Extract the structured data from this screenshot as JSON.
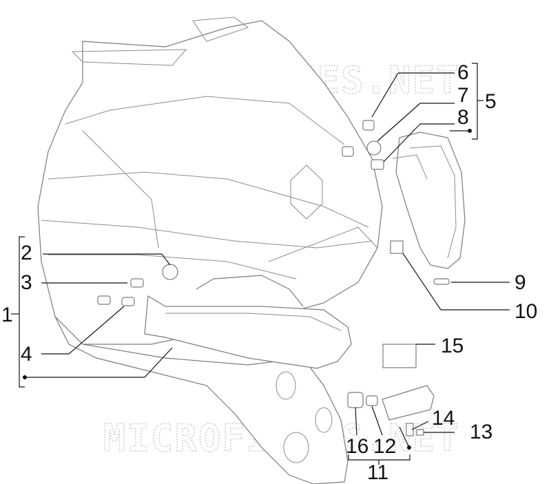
{
  "watermark": "MICROFICHES.NET",
  "colors": {
    "line": "#7a7a7a",
    "callout": "#111111",
    "watermark": "#cfcfcf"
  },
  "callouts": {
    "c1": "1",
    "c2": "2",
    "c3": "3",
    "c4": "4",
    "c5": "5",
    "c6": "6",
    "c7": "7",
    "c8": "8",
    "c9": "9",
    "c10": "10",
    "c11": "11",
    "c12": "12",
    "c13": "13",
    "c14": "14",
    "c15": "15",
    "c16": "16"
  }
}
